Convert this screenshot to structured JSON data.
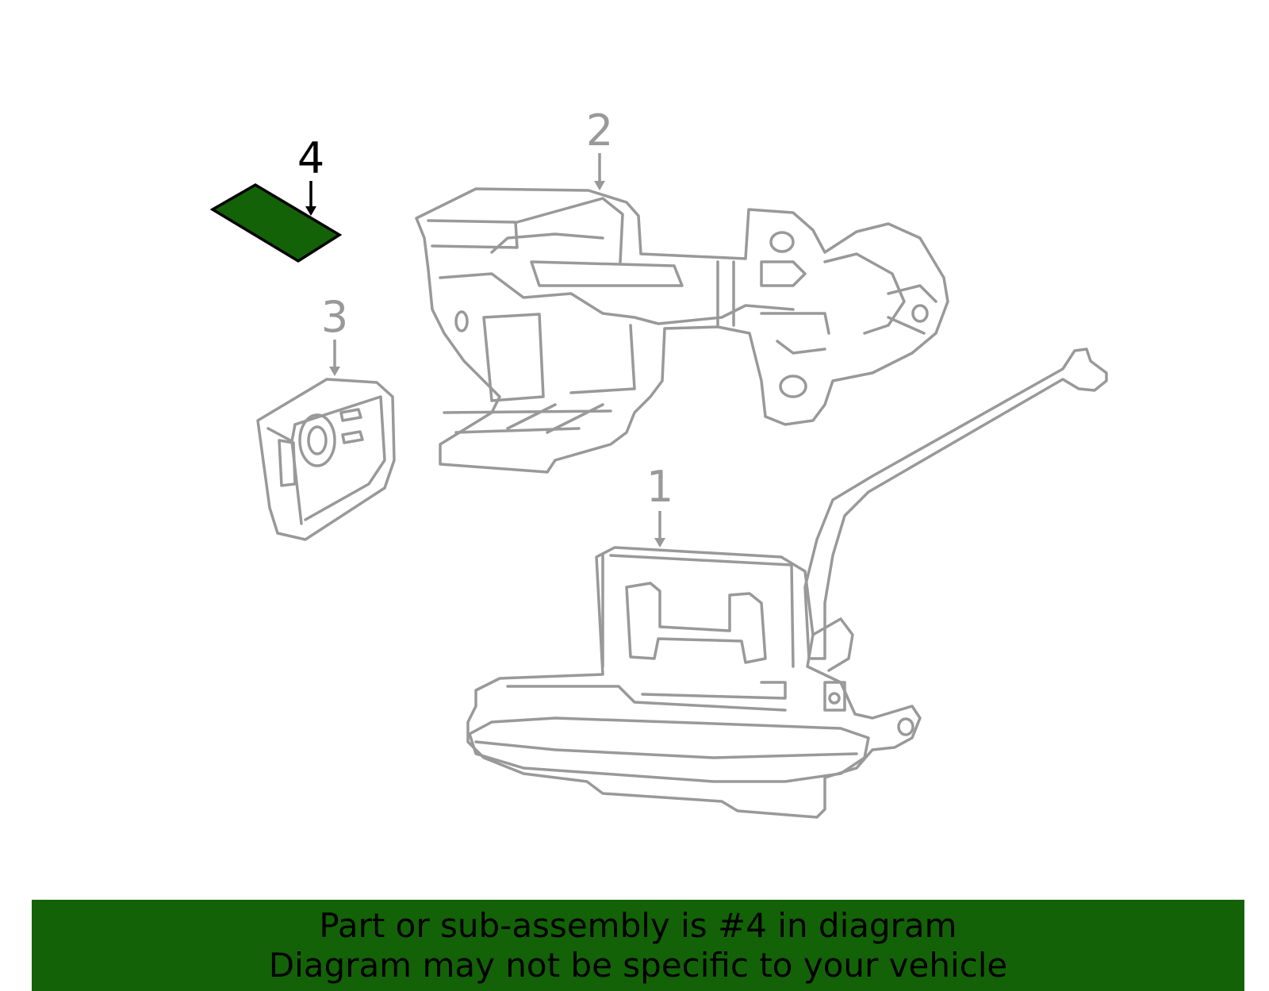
{
  "colors": {
    "highlight": "#136207",
    "part_stroke": "#999999",
    "highlight_label": "#000000",
    "muted_label": "#999999",
    "banner_bg": "#136207",
    "banner_text": "#000000"
  },
  "callouts": [
    {
      "number": "1",
      "highlighted": false
    },
    {
      "number": "2",
      "highlighted": false
    },
    {
      "number": "3",
      "highlighted": false
    },
    {
      "number": "4",
      "highlighted": true
    }
  ],
  "banner": {
    "line1": "Part or sub-assembly is #4 in diagram",
    "line2": "Diagram may not be specific to your vehicle"
  }
}
